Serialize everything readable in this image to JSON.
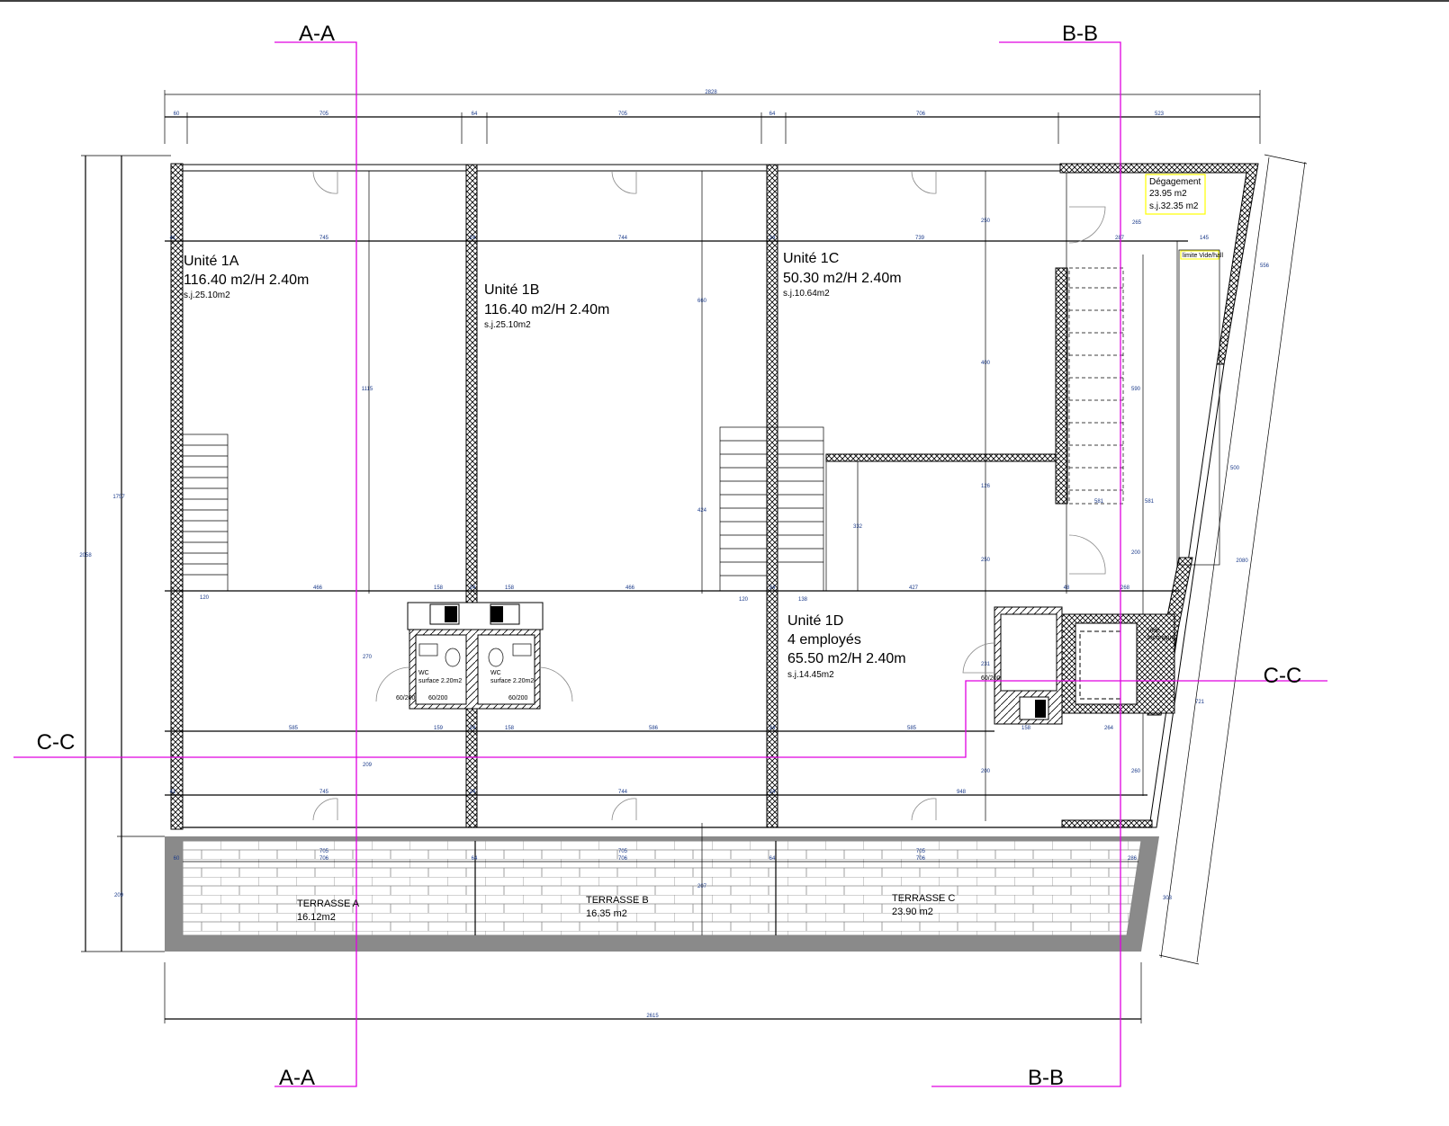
{
  "sections": {
    "aa": "A-A",
    "bb": "B-B",
    "cc": "C-C"
  },
  "rooms": {
    "unit_1a": {
      "name": "Unité 1A",
      "area": "116.40 m2/H 2.40m",
      "sj": "s.j.25.10m2"
    },
    "unit_1b": {
      "name": "Unité 1B",
      "area": "116.40 m2/H 2.40m",
      "sj": "s.j.25.10m2"
    },
    "unit_1c": {
      "name": "Unité 1C",
      "area": "50.30 m2/H 2.40m",
      "sj": "s.j.10.64m2"
    },
    "unit_1d": {
      "name": "Unité 1D",
      "staff": "4 employés",
      "area": "65.50 m2/H 2.40m",
      "sj": "s.j.14.45m2"
    },
    "degagement": {
      "name": "Dégagement",
      "area": "23.95 m2",
      "sj": "s.j.32.35 m2"
    },
    "limite": "limite Vide/hall",
    "vide_technique": [
      "Vide",
      "technique"
    ],
    "wc_left": {
      "name": "WC",
      "surface": "surface 2.20m2"
    },
    "wc_right": {
      "name": "WC",
      "surface": "surface 2.20m2"
    },
    "terrasse_a": {
      "name": "TERRASSE A",
      "area": "16.12m2"
    },
    "terrasse_b": {
      "name": "TERRASSE B",
      "area": "16.35 m2"
    },
    "terrasse_c": {
      "name": "TERRASSE C",
      "area": "23.90 m2"
    }
  },
  "door_labels": [
    "60/200",
    "60/200",
    "60/200",
    "60/200"
  ],
  "dims": [
    "2828",
    "60",
    "705",
    "64",
    "705",
    "64",
    "706",
    "523",
    "41",
    "745",
    "24",
    "744",
    "24",
    "739",
    "287",
    "145",
    "265",
    "466",
    "158",
    "24",
    "158",
    "466",
    "24",
    "427",
    "48",
    "268",
    "120",
    "120",
    "138",
    "585",
    "159",
    "24",
    "158",
    "586",
    "24",
    "585",
    "158",
    "264",
    "41",
    "745",
    "24",
    "744",
    "24",
    "948",
    "1115",
    "660",
    "250",
    "400",
    "590",
    "126",
    "250",
    "200",
    "424",
    "332",
    "270",
    "231",
    "209",
    "200",
    "260",
    "207",
    "1757",
    "2058",
    "209",
    "556",
    "500",
    "2080",
    "721",
    "303",
    "2615",
    "581",
    "581",
    "705",
    "706",
    "60",
    "64",
    "705",
    "706",
    "64",
    "705",
    "706",
    "286"
  ],
  "colors": {
    "section_line": "#e000e0",
    "label_box": "#ffff00",
    "terrace_border": "#888888"
  }
}
